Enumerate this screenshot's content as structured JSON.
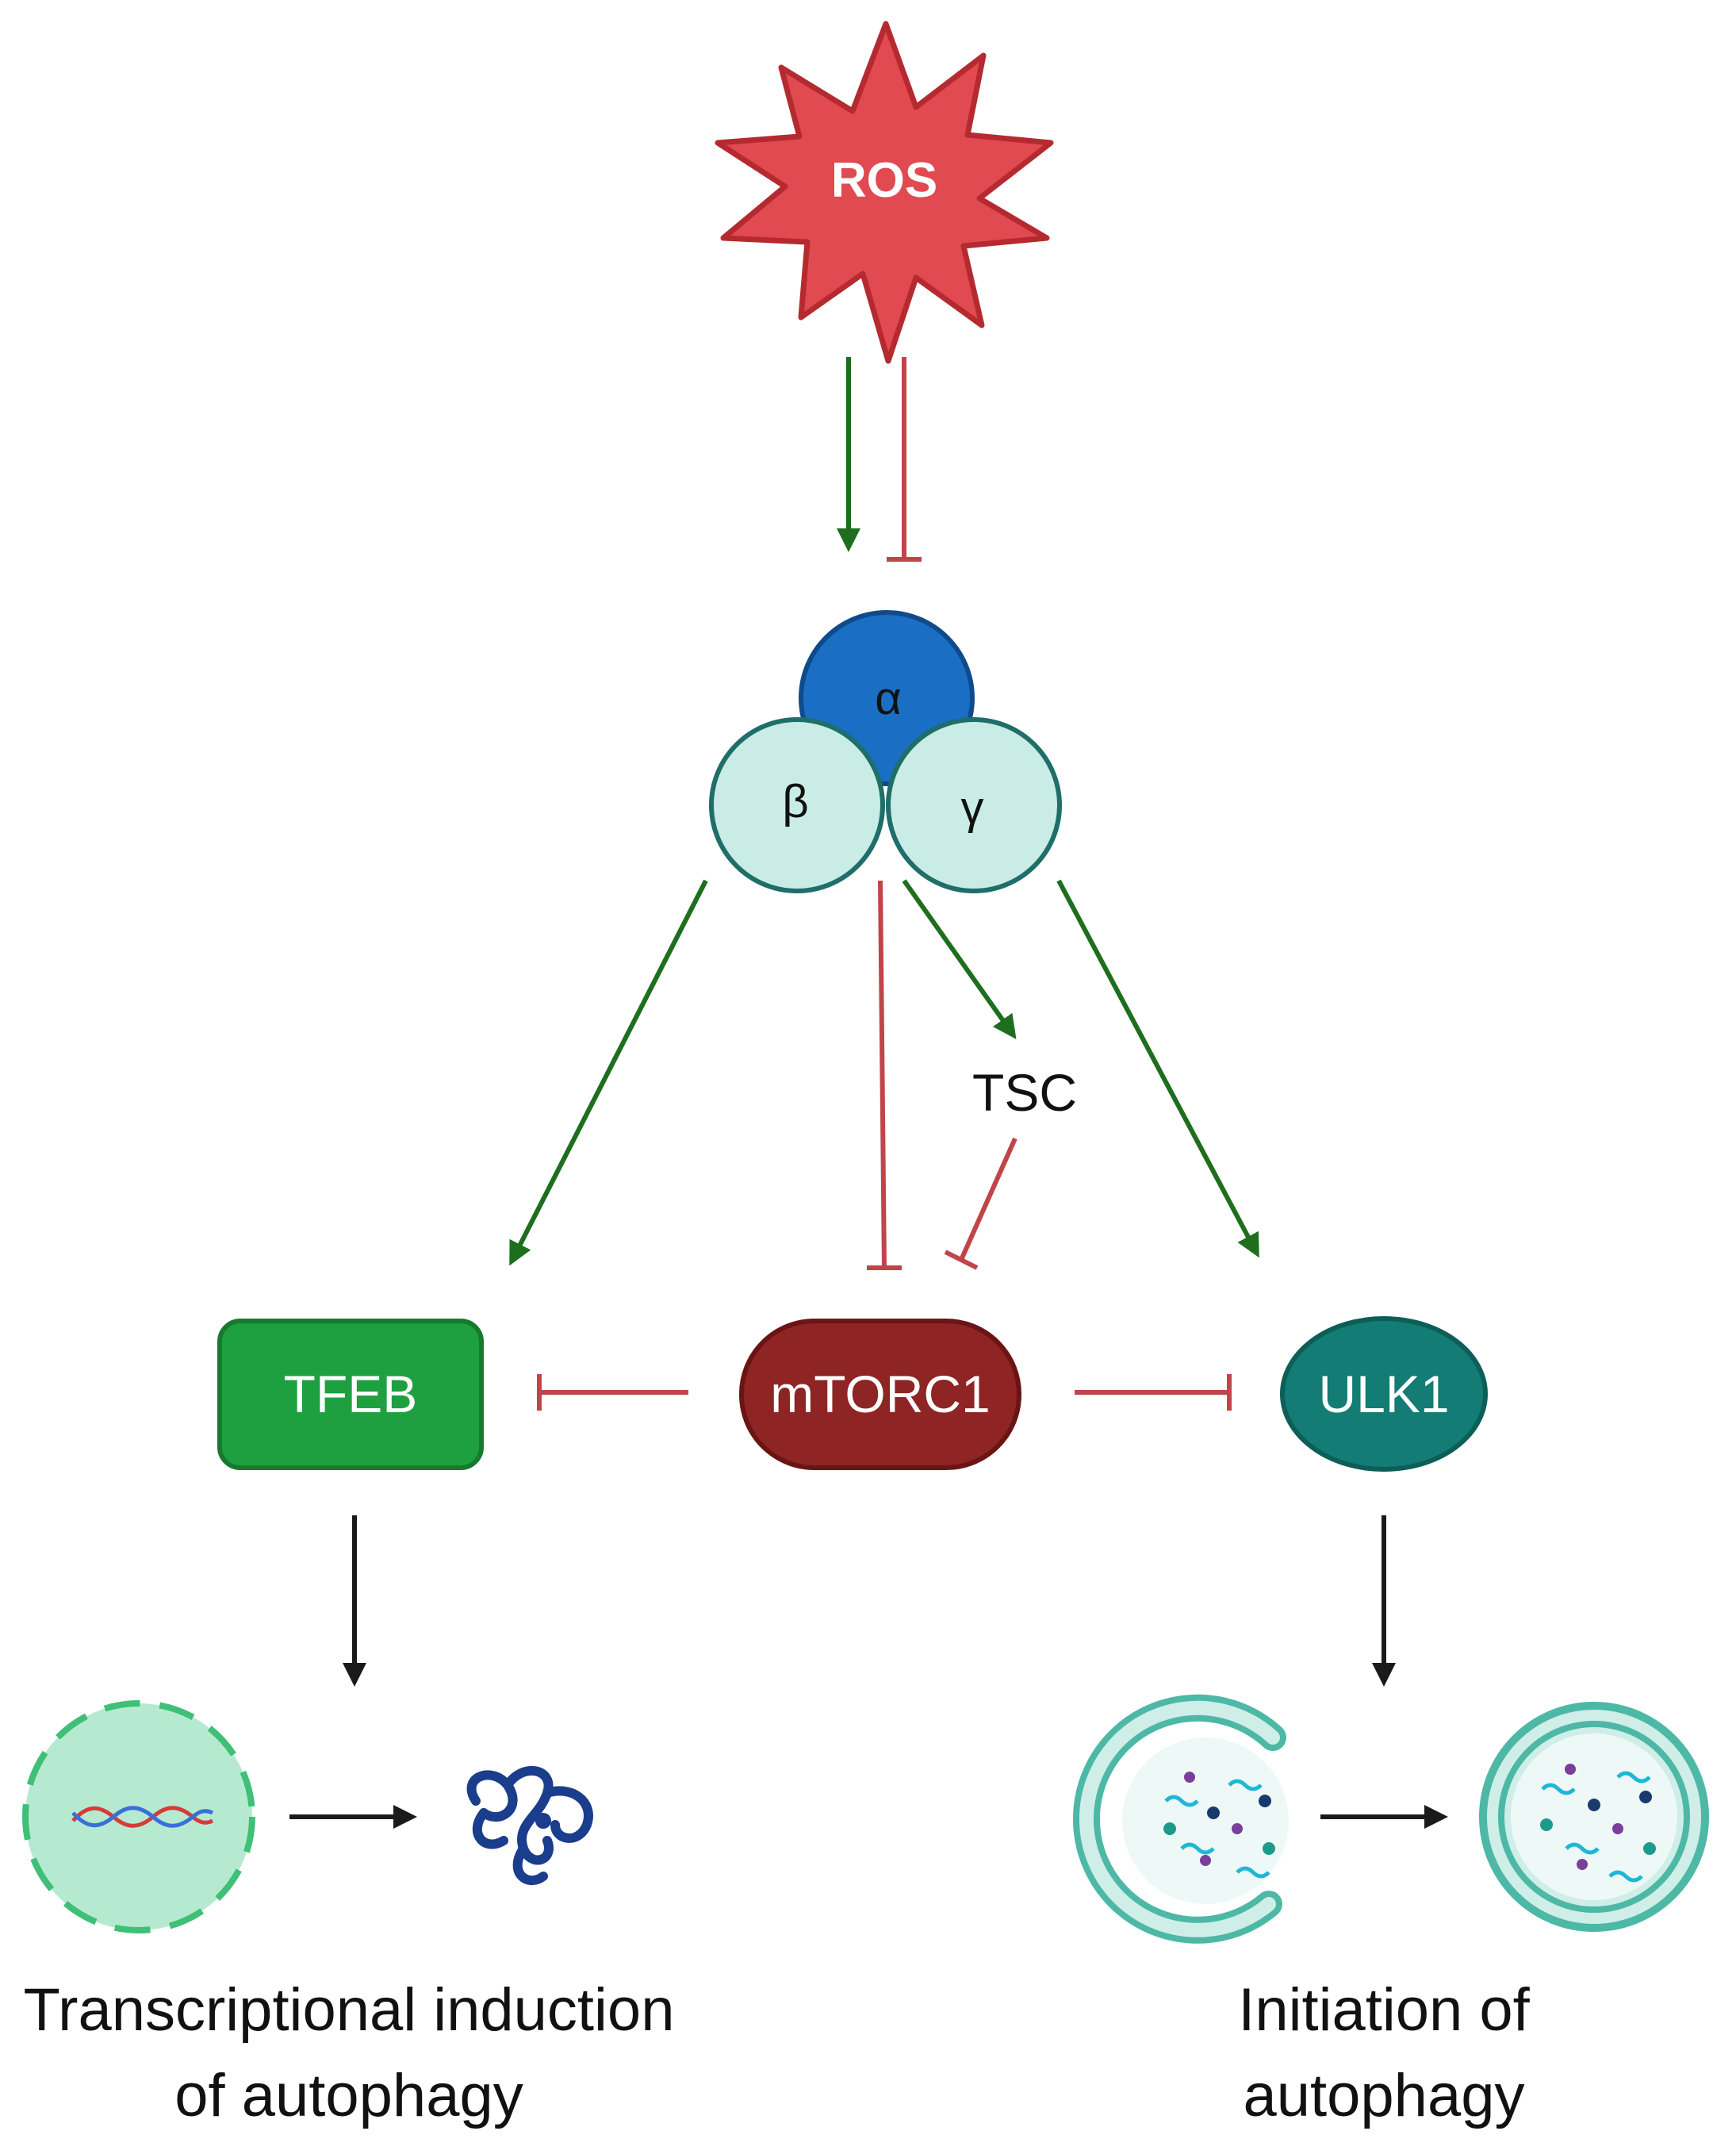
{
  "colors": {
    "activation": "#1e6e1e",
    "inhibition": "#c0454a",
    "neutral": "#1a1a1a",
    "ros_fill": "#e04a50",
    "ros_stroke": "#b52a30",
    "alpha_fill": "#1a6fc4",
    "alpha_stroke": "#0f4a8c",
    "subunit_fill": "#c9ece6",
    "subunit_stroke": "#1f6e69",
    "tfeb_fill": "#1fa040",
    "tfeb_stroke": "#157a2e",
    "mtorc1_fill": "#8e2424",
    "mtorc1_stroke": "#6a1414",
    "ulk1_fill": "#137c74",
    "ulk1_stroke": "#0c5e57",
    "nucleus_fill": "#b6ead0",
    "nucleus_stroke": "#3fbf77",
    "protein_color": "#1a3d8c",
    "autophagosome_stroke": "#4db8a6",
    "autophagosome_fill": "#cfeee8"
  },
  "nodes": {
    "ros": "ROS",
    "alpha": "α",
    "beta": "β",
    "gamma": "γ",
    "tsc": "TSC",
    "tfeb": "TFEB",
    "mtorc1": "mTORC1",
    "ulk1": "ULK1"
  },
  "captions": {
    "left_line1": "Transcriptional induction",
    "left_line2": "of autophagy",
    "right_line1": "Initiation of",
    "right_line2": "autophagy"
  }
}
